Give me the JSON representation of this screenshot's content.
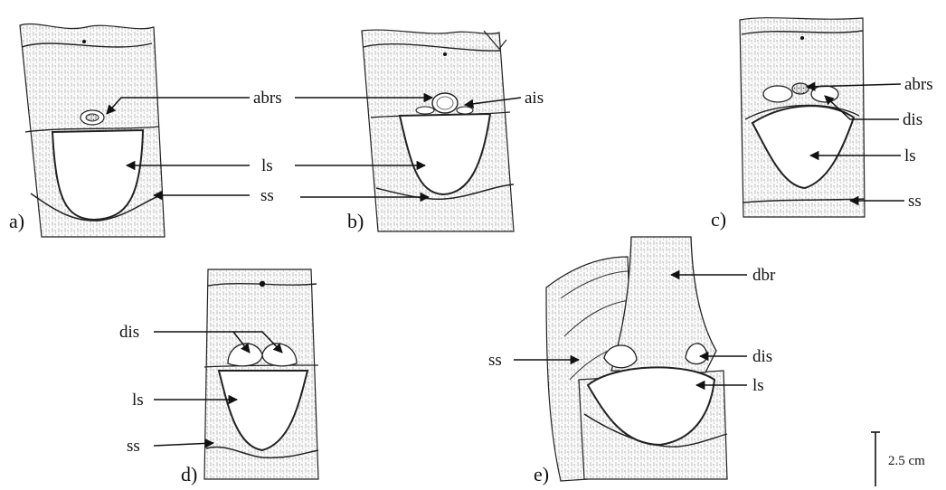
{
  "panels": [
    {
      "id": "a",
      "label": "a)"
    },
    {
      "id": "b",
      "label": "b)"
    },
    {
      "id": "c",
      "label": "c)"
    },
    {
      "id": "d",
      "label": "d)"
    },
    {
      "id": "e",
      "label": "e)"
    }
  ],
  "callouts": {
    "a": {
      "abrs": "abrs",
      "ls": "ls",
      "ss": "ss"
    },
    "b": {
      "ais": "ais"
    },
    "c": {
      "abrs": "abrs",
      "dis": "dis",
      "ls": "ls",
      "ss": "ss"
    },
    "d": {
      "dis": "dis",
      "ls": "ls",
      "ss": "ss"
    },
    "e": {
      "dbr": "dbr",
      "ss": "ss",
      "dis": "dis",
      "ls": "ls"
    }
  },
  "scale_bar": {
    "label": "2.5 cm"
  },
  "colors": {
    "ink": "#111111",
    "paper": "#ffffff",
    "stipple": "#8a8a8a"
  }
}
